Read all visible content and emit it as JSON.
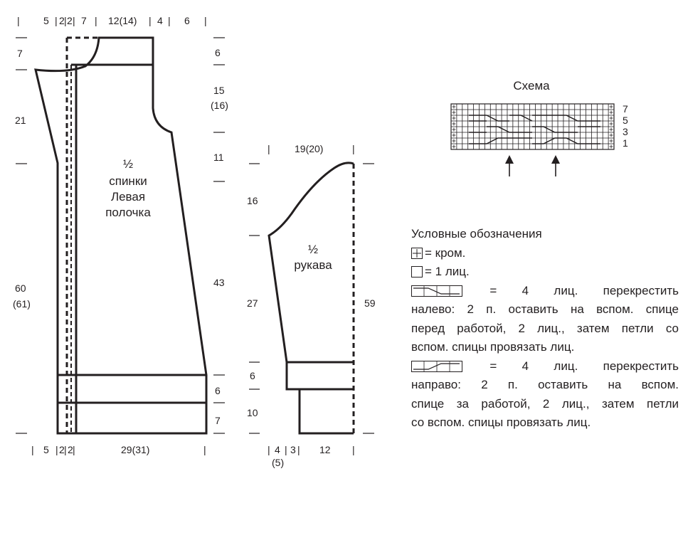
{
  "back_front": {
    "label_lines": [
      "½",
      "спинки",
      "Левая",
      "полочка"
    ],
    "top_dims": [
      "5",
      "2",
      "2",
      "7",
      "12(14)",
      "4",
      "6"
    ],
    "bottom_dims": [
      "5",
      "2",
      "2",
      "29(31)"
    ],
    "left_dims": [
      "7",
      "21",
      "60",
      "(61)"
    ],
    "right_dims": [
      "6",
      "15",
      "(16)",
      "11",
      "43",
      "6",
      "7"
    ]
  },
  "sleeve": {
    "label_lines": [
      "½",
      "рукава"
    ],
    "top_dims": [
      "19(20)"
    ],
    "bottom_dims": [
      "4",
      "(5)",
      "3",
      "12"
    ],
    "left_dims": [
      "16",
      "27",
      "6",
      "10"
    ],
    "right_dims": [
      "59"
    ]
  },
  "chart": {
    "title": "Схема",
    "row_numbers": [
      "7",
      "5",
      "3",
      "1"
    ]
  },
  "legend": {
    "title": "Условные обозначения",
    "edge": "= кром.",
    "knit": "= 1 лиц.",
    "left_cross_head": "= 4 лиц. перекрестить",
    "left_cross_lines": [
      "налево: 2 п. оставить на вспом. спице",
      "перед работой, 2 лиц., затем петли со"
    ],
    "left_cross_last": "вспом. спицы провязать лиц.",
    "right_cross_head": "= 4 лиц. перекрестить",
    "right_cross_lines": [
      "направо: 2 п. оставить на вспом.",
      "спице за работой, 2 лиц., затем петли"
    ],
    "right_cross_last": "со вспом. спицы провязать лиц."
  }
}
